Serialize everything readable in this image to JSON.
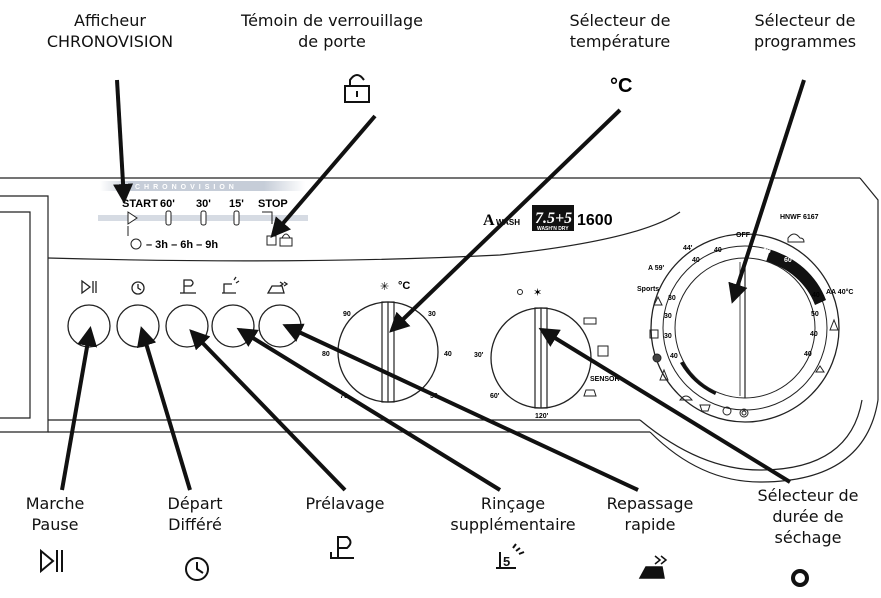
{
  "labels": {
    "chronovision_display": "Afficheur\nCHRONOVISION",
    "door_lock_indicator": "Témoin de verrouillage\nde porte",
    "temperature_selector": "Sélecteur de\ntempérature",
    "program_selector": "Sélecteur de\nprogrammes",
    "start_pause": "Marche\nPause",
    "delayed_start": "Départ\nDifféré",
    "prewash": "Prélavage",
    "extra_rinse": "Rinçage\nsupplémentaire",
    "quick_iron": "Repassage\nrapide",
    "drying_time_selector": "Sélecteur de\ndurée de\nséchage"
  },
  "panel": {
    "chronovision_band": "CHRONOVISION",
    "start": "START",
    "t60": "60'",
    "t30": "30'",
    "t15": "15'",
    "stop": "STOP",
    "delay_seq": "– 3h – 6h – 9h",
    "brand_prefix": "A",
    "brand_wash": "WASH",
    "brand_model": "7.5+5",
    "brand_sub": "WASH'N DRY",
    "brand_speed": "1600",
    "model_code": "HNWF 6167",
    "temp_unit": "°C",
    "temp_header": "°C",
    "temp_ticks": [
      "90",
      "30",
      "80",
      "40",
      "70",
      "50"
    ],
    "dry_ticks": [
      "30'",
      "60'",
      "120'"
    ],
    "dry_sensor": "SENSOR",
    "prog_off": "OFF",
    "prog_sports": "Sports",
    "prog_ticks": [
      "90",
      "60",
      "40",
      "40",
      "30",
      "30",
      "30",
      "40",
      "50",
      "40",
      "40",
      "40",
      "44'",
      "A 59'"
    ],
    "prog_aa": "AA\n40°C"
  },
  "icons": {
    "play_pause": "play-pause-icon",
    "clock": "clock-icon",
    "prewash": "prewash-p-icon",
    "rinse": "rinse-shower-icon",
    "iron": "iron-fast-icon",
    "lock": "padlock-icon",
    "temp": "celsius-icon",
    "ring": "ring-icon"
  }
}
